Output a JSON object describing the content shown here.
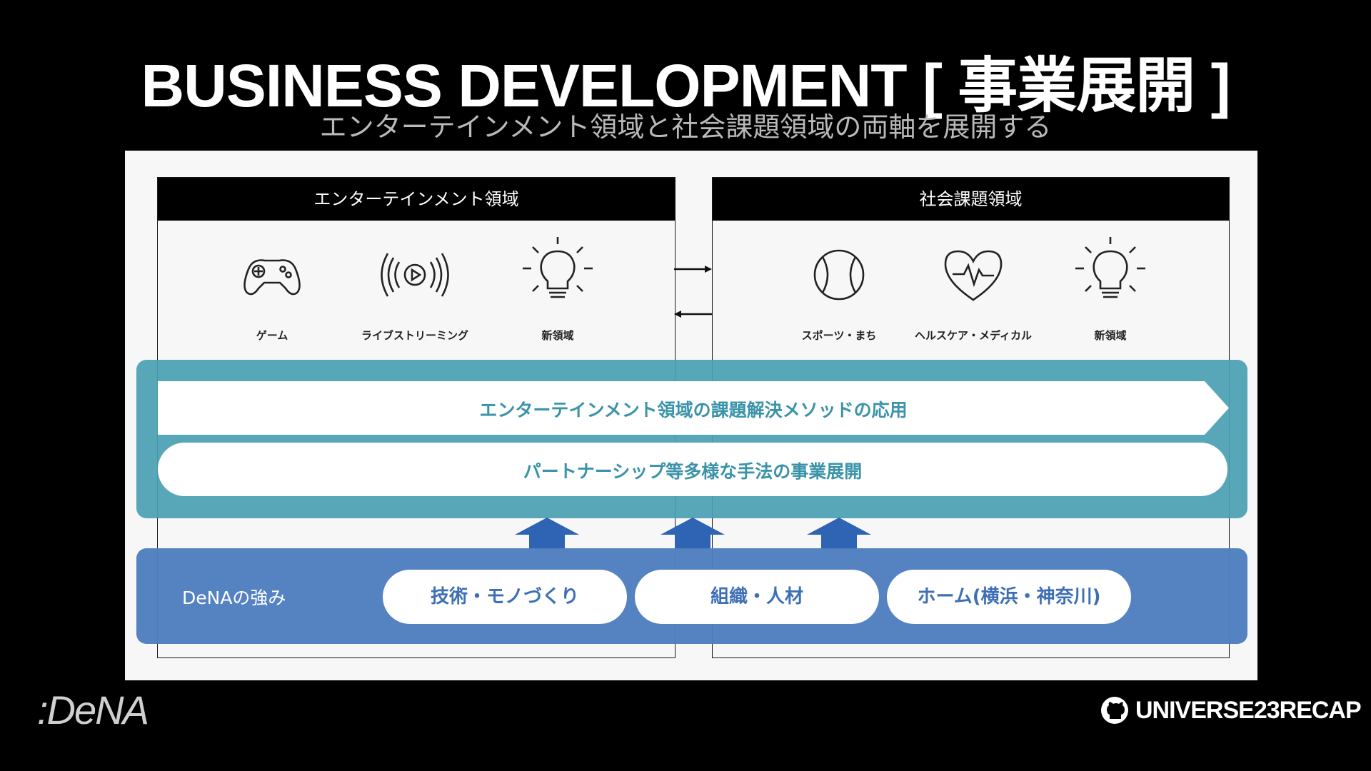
{
  "header": {
    "title": "BUSINESS DEVELOPMENT [ 事業展開 ]",
    "subtitle": "エンターテインメント領域と社会課題領域の両軸を展開する"
  },
  "diagram": {
    "entertainment": {
      "heading": "エンターテインメント領域",
      "items": [
        {
          "label": "ゲーム",
          "icon": "gamepad-icon"
        },
        {
          "label": "ライブストリーミング",
          "icon": "live-streaming-icon"
        },
        {
          "label": "新領域",
          "icon": "lightbulb-icon"
        }
      ]
    },
    "social": {
      "heading": "社会課題領域",
      "items": [
        {
          "label": "スポーツ・まち",
          "icon": "ball-icon"
        },
        {
          "label": "ヘルスケア・メディカル",
          "icon": "heart-pulse-icon"
        },
        {
          "label": "新領域",
          "icon": "lightbulb-icon"
        }
      ]
    },
    "banner": "エンターテインメント領域の課題解決メソッドの応用",
    "pill": "パートナーシップ等多様な手法の事業展開",
    "strengths": {
      "label": "DeNAの強み",
      "chips": [
        "技術・モノづくり",
        "組織・人材",
        "ホーム(横浜・神奈川)"
      ]
    },
    "colors": {
      "teal": "#4aa0b3",
      "blue": "#4f7fc0",
      "dark_blue_arrow": "#2f63b3"
    }
  },
  "footer": {
    "left_logo": ":DeNA",
    "right_logo": "UNIVERSE23RECAP"
  }
}
